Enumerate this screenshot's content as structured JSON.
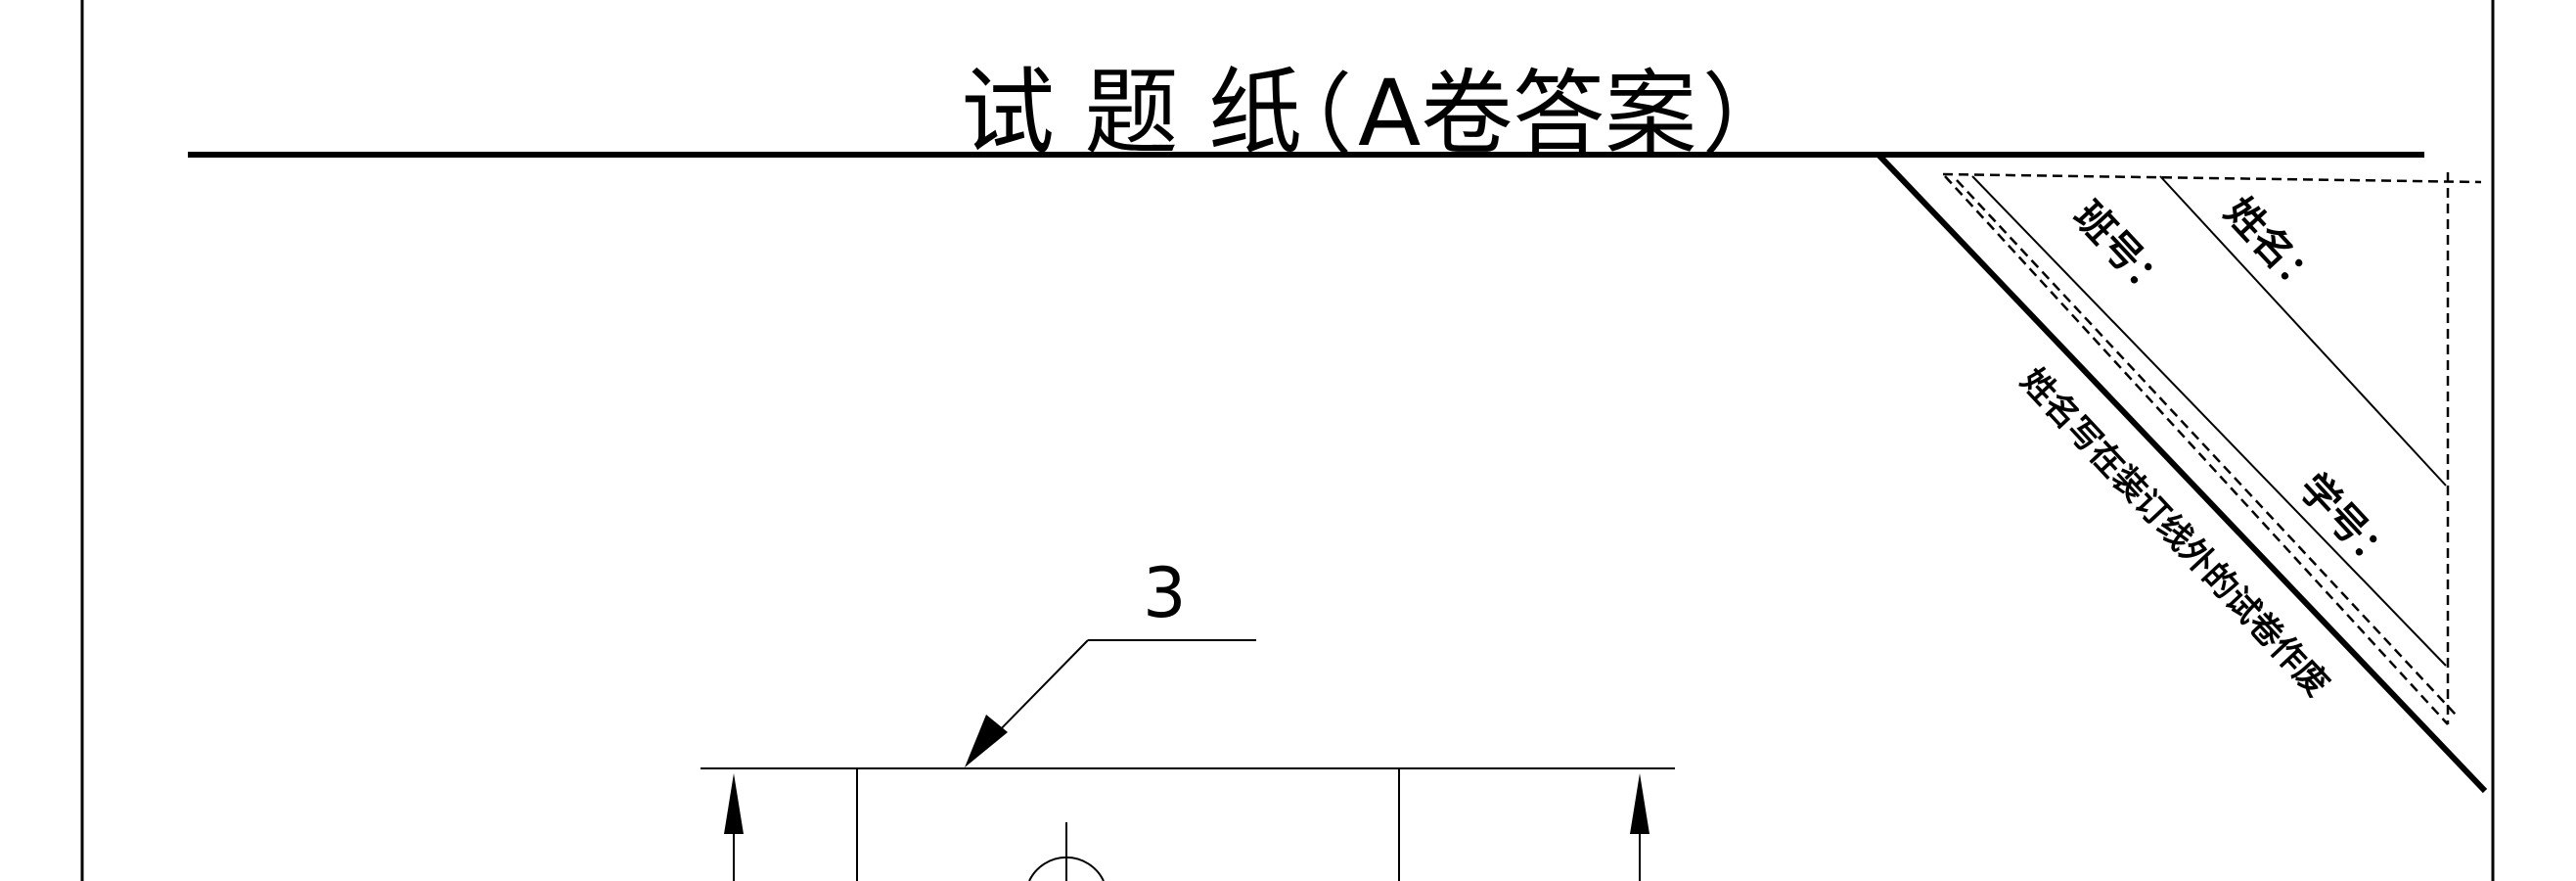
{
  "title": {
    "main": "试 题 纸",
    "paren_open": "（",
    "answer_label": "A卷答案",
    "paren_close": "）"
  },
  "binding_margin": {
    "name_label": "姓名：",
    "class_label": "班号：",
    "student_id_label": "学号：",
    "warning": "姓名写在装订线外的试卷作废"
  },
  "drawing": {
    "leader_label": "3"
  }
}
